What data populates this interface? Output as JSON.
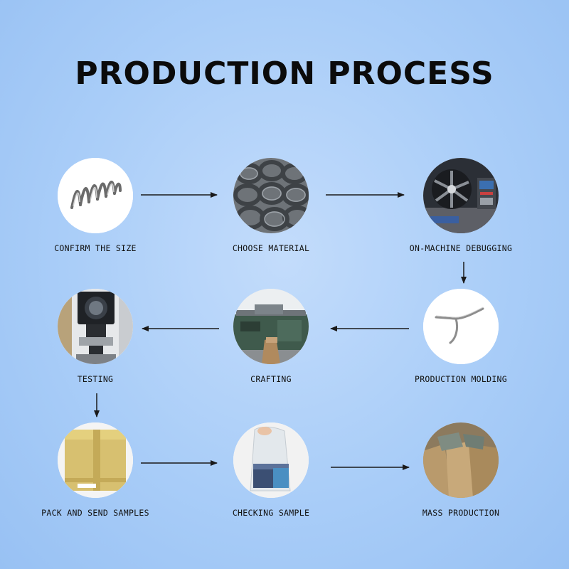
{
  "title": "PRODUCTION PROCESS",
  "steps": [
    {
      "label": "CONFIRM THE SIZE",
      "icon": "spring-icon"
    },
    {
      "label": "CHOOSE MATERIAL",
      "icon": "wire-coils-icon"
    },
    {
      "label": "ON-MACHINE DEBUGGING",
      "icon": "coiling-machine-icon"
    },
    {
      "label": "PRODUCTION MOLDING",
      "icon": "wire-form-icon"
    },
    {
      "label": "CRAFTING",
      "icon": "workshop-machine-icon"
    },
    {
      "label": "TESTING",
      "icon": "projector-tester-icon"
    },
    {
      "label": "PACK AND SEND SAMPLES",
      "icon": "cardboard-box-icon"
    },
    {
      "label": "CHECKING SAMPLE",
      "icon": "sample-bag-icon"
    },
    {
      "label": "MASS PRODUCTION",
      "icon": "bulk-sacks-icon"
    }
  ],
  "colors": {
    "background": "#a9cdf8",
    "text": "#0b0b0b",
    "arrow": "#1a1a1a"
  }
}
